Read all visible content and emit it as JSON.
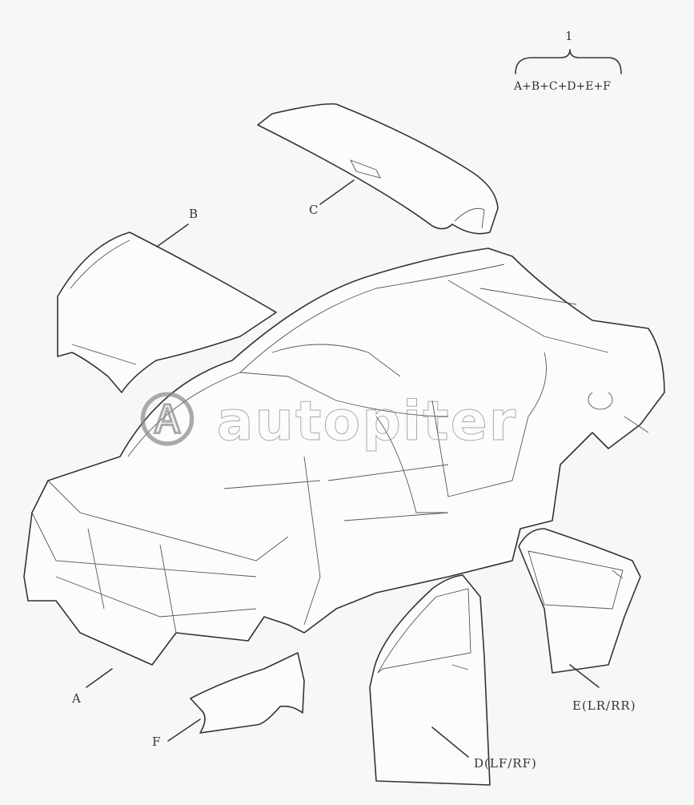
{
  "assembly": {
    "number": "1",
    "formula": "A+B+C+D+E+F"
  },
  "labels": {
    "body_shell": "A",
    "hood": "B",
    "trunk_lid": "C",
    "front_door": "D(LF/RF)",
    "rear_door": "E(LR/RR)",
    "fender": "F"
  },
  "watermark": "autopiter"
}
